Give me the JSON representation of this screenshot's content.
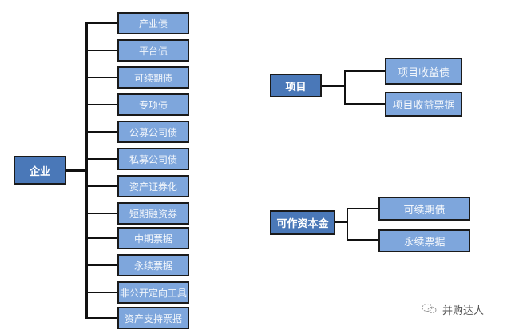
{
  "groups": [
    {
      "root": "企业",
      "children": [
        "产业债",
        "平台债",
        "可续期债",
        "专项债",
        "公募公司债",
        "私募公司债",
        "资产证券化",
        "短期融资券",
        "中期票据",
        "永续票据",
        "非公开定向工具",
        "资产支持票据"
      ]
    },
    {
      "root": "项目",
      "children": [
        "项目收益债",
        "项目收益票据"
      ]
    },
    {
      "root": "可作资本金",
      "children": [
        "可续期债",
        "永续票据"
      ]
    }
  ],
  "watermark": {
    "icon": "wechat-icon",
    "text": "并购达人"
  },
  "colors": {
    "root_fill": "#4a78b8",
    "leaf_fill": "#7ea6dc",
    "border": "#1a1a1a"
  }
}
